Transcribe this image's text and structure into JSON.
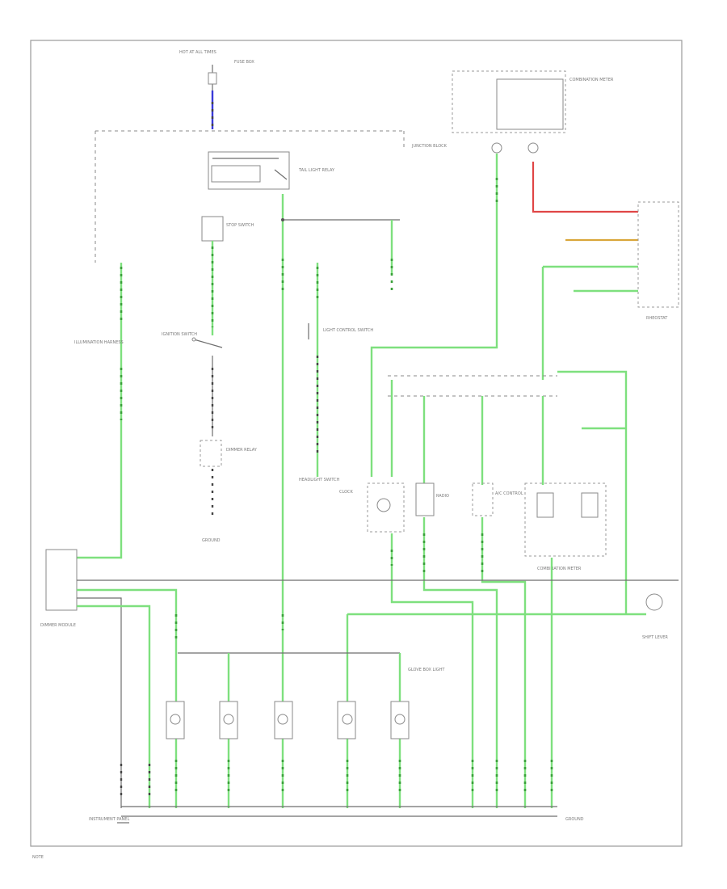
{
  "labels": {
    "top_fuse_ref": "HOT AT ALL TIMES",
    "fuse_box": "FUSE BOX",
    "stop_switch": "STOP SWITCH",
    "ignition": "IGNITION SWITCH",
    "combination_meter": "COMBINATION METER",
    "tail_light_relay": "TAIL LIGHT RELAY",
    "light_control_switch": "LIGHT CONTROL SWITCH",
    "illumination_harness": "ILLUMINATION HARNESS",
    "dimmer_relay": "DIMMER RELAY",
    "dimmer_module": "DIMMER MODULE",
    "clock": "CLOCK",
    "radio": "RADIO",
    "a_c_control": "A/C CONTROL",
    "headlight_switch": "HEADLIGHT SWITCH",
    "glove_box_light": "GLOVE BOX LIGHT",
    "instrument_panel": "INSTRUMENT PANEL",
    "ground_left": "GROUND",
    "ground_right": "GROUND",
    "junction_block": "JUNCTION BLOCK",
    "rheostat": "RHEOSTAT",
    "shift_lever": "SHIFT LEVER"
  },
  "footer_code": "NOTE"
}
